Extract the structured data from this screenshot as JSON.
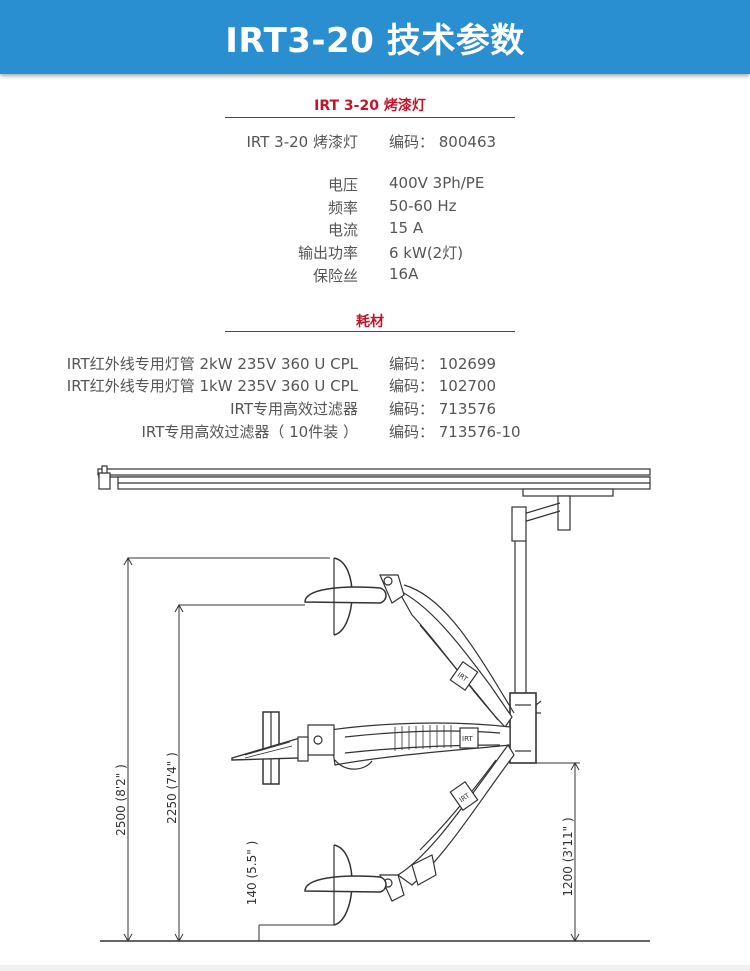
{
  "header": {
    "title": "IRT3-20 技术参数"
  },
  "product": {
    "section_title": "IRT 3-20 烤漆灯",
    "name_row": {
      "label": "IRT 3-20 烤漆灯",
      "value": "编码： 800463"
    },
    "specs": [
      {
        "label": "电压",
        "value": "400V 3Ph/PE"
      },
      {
        "label": "频率",
        "value": "50-60 Hz"
      },
      {
        "label": "电流",
        "value": "15 A"
      },
      {
        "label": "输出功率",
        "value": "6 kW(2灯)"
      },
      {
        "label": "保险丝",
        "value": "16A"
      }
    ]
  },
  "consumables": {
    "section_title": "耗材",
    "items": [
      {
        "label": "IRT红外线专用灯管 2kW 235V 360 U CPL",
        "value": "编码： 102699"
      },
      {
        "label": "IRT红外线专用灯管 1kW 235V 360 U CPL",
        "value": "编码： 102700"
      },
      {
        "label": "IRT专用高效过滤器",
        "value": "编码： 713576"
      },
      {
        "label": "IRT专用高效过滤器（ 10件装 ）",
        "value": "编码： 713576-10"
      }
    ]
  },
  "diagram": {
    "dimensions": {
      "d2500": "2500 (8'2\" )",
      "d2250": "2250 (7'4\" )",
      "d140": "140 (5.5\" )",
      "d1200": "1200 (3'11\" )"
    },
    "logo_text": "IRT",
    "colors": {
      "line": "#333333",
      "panel": "#ffffff"
    }
  }
}
